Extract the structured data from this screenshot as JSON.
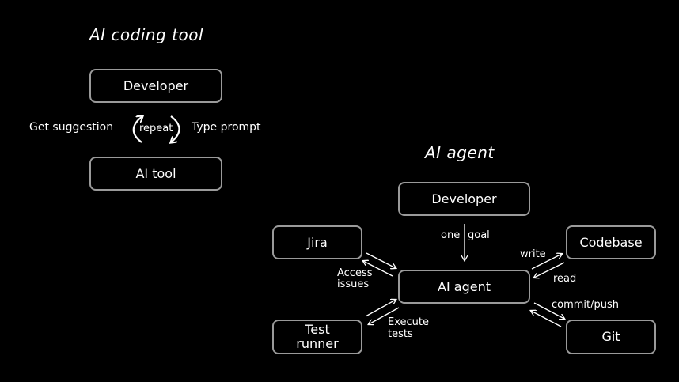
{
  "left": {
    "title": "AI coding tool",
    "developer": "Developer",
    "ai_tool": "AI tool",
    "get_suggestion": "Get suggestion",
    "repeat": "repeat",
    "type_prompt": "Type prompt"
  },
  "right": {
    "title": "AI agent",
    "developer": "Developer",
    "agent": "AI agent",
    "jira": "Jira",
    "codebase": "Codebase",
    "test_runner": "Test runner",
    "git": "Git",
    "one_goal_left": "one",
    "one_goal_right": "goal",
    "write": "write",
    "read": "read",
    "access_issues": "Access issues",
    "execute_tests": "Execute tests",
    "commit_push": "commit/push"
  }
}
